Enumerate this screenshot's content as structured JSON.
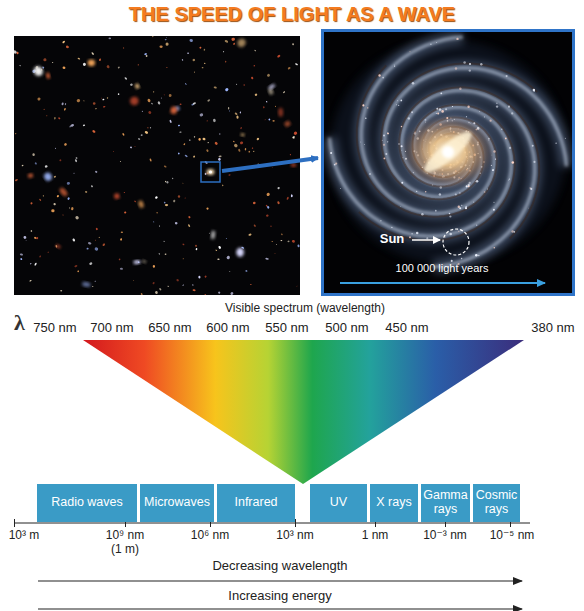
{
  "diagram": {
    "title": "THE SPEED OF LIGHT AS A WAVE",
    "nodes": [
      {
        "text": [
          "Radio waves"
        ]
      },
      {
        "text": [
          "Microwaves"
        ]
      },
      {
        "text": [
          "Infrared"
        ]
      },
      {
        "text": [
          "UV"
        ]
      },
      {
        "text": [
          "X rays"
        ]
      },
      {
        "text": [
          "Gamma rays"
        ]
      },
      {
        "text": [
          "Cosmic rays"
        ]
      }
    ],
    "labels": [
      "Sun",
      "100 000 light years",
      "λ",
      "Visible spectrum (wavelength)",
      "750 nm",
      "700 nm",
      "650 nm",
      "600 nm",
      "550 nm",
      "500 nm",
      "450 nm",
      "380 nm",
      "10³ m",
      "10⁹ nm",
      "(1 m)",
      "10⁶ nm",
      "10³ nm",
      "1 nm",
      "10⁻³ nm",
      "10⁻⁵ nm",
      "Decreasing wavelength",
      "Increasing energy"
    ]
  }
}
